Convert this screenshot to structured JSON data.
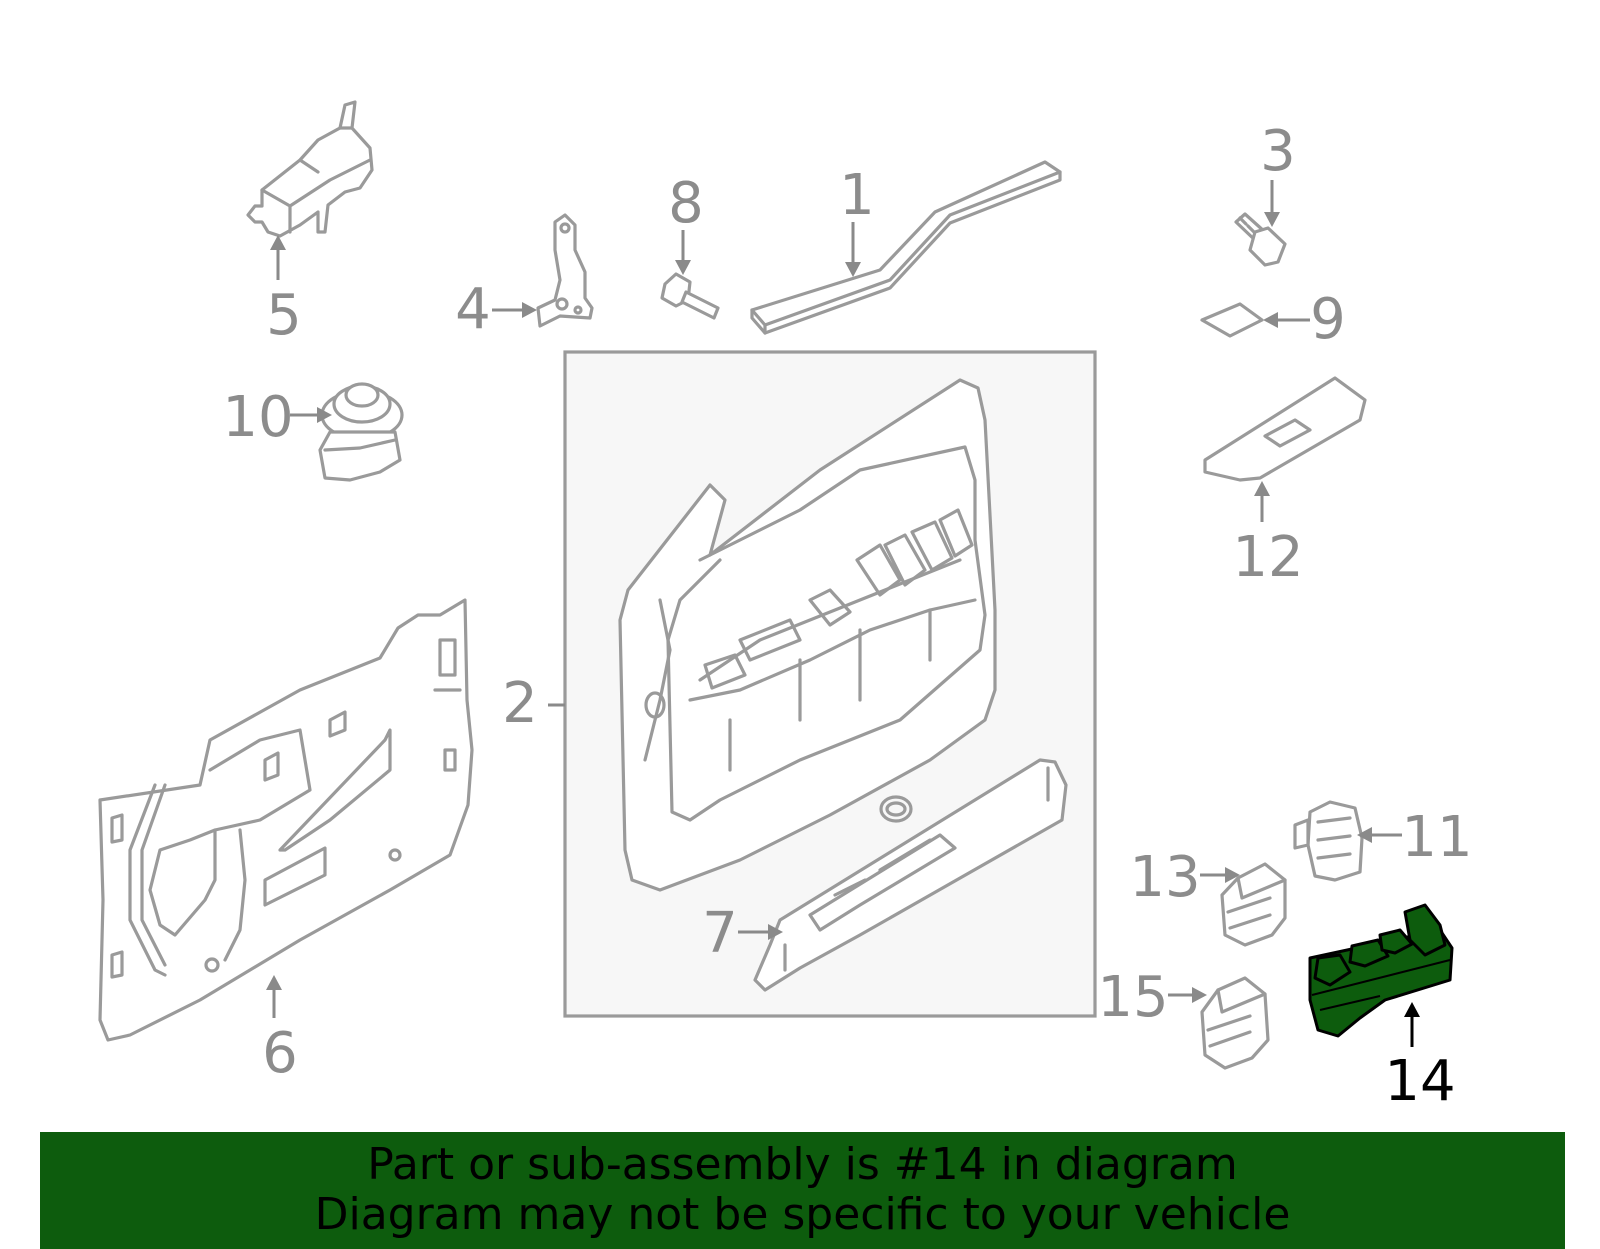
{
  "callouts": {
    "c1": "1",
    "c2": "2",
    "c3": "3",
    "c4": "4",
    "c5": "5",
    "c6": "6",
    "c7": "7",
    "c8": "8",
    "c9": "9",
    "c10": "10",
    "c11": "11",
    "c12": "12",
    "c13": "13",
    "c14": "14",
    "c15": "15"
  },
  "highlight": {
    "part": "14",
    "color": "#0d5c0d"
  },
  "banner": {
    "line1": "Part or sub-assembly is #14 in diagram",
    "line2": "Diagram may not be specific to your vehicle",
    "background": "#0d5c0d"
  }
}
